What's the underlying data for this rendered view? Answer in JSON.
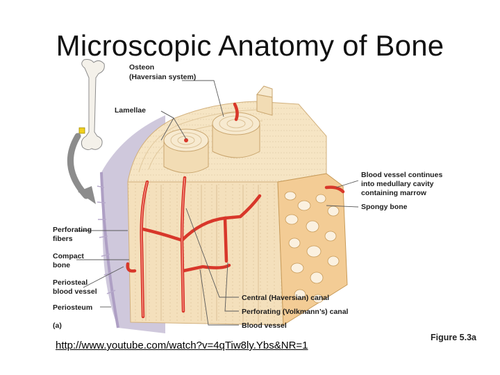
{
  "title": "Microscopic Anatomy of Bone",
  "labels": {
    "osteon_1": "Osteon",
    "osteon_2": "(Haversian system)",
    "lamellae": "Lamellae",
    "blood_vessel_continues_1": "Blood vessel continues",
    "blood_vessel_continues_2": "into medullary cavity",
    "blood_vessel_continues_3": "containing marrow",
    "spongy_bone": "Spongy bone",
    "perforating_fibers_1": "Perforating",
    "perforating_fibers_2": "fibers",
    "compact_bone_1": "Compact",
    "compact_bone_2": "bone",
    "periosteal_vessel_1": "Periosteal",
    "periosteal_vessel_2": "blood vessel",
    "periosteum": "Periosteum",
    "panel": "(a)",
    "central_canal": "Central (Haversian) canal",
    "perforating_canal": "Perforating (Volkmann’s) canal",
    "blood_vessel": "Blood vessel"
  },
  "link_text": "http://www.youtube.com/watch?v=4qTiw8ly.Ybs&NR=1",
  "figure_ref": "Figure 5.3a",
  "colors": {
    "bone": "#f6e5c4",
    "bone_shade": "#e8cfa0",
    "vessel": "#d8372a",
    "spongy": "#f3cc95",
    "periosteum": "#c9c3d6",
    "arrow": "#8c8c8c"
  }
}
